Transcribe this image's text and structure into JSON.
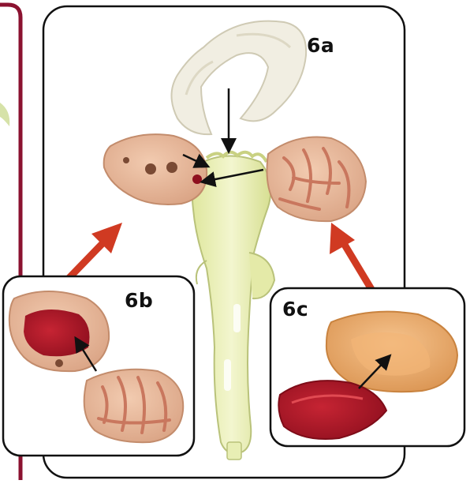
{
  "panels": {
    "main_label": "6a",
    "inset_left_label": "6b",
    "inset_right_label": "6c"
  },
  "colors": {
    "page_border": "#8b1230",
    "frame_stroke": "#111111",
    "callout_arrow": "#d03a22",
    "brainstem": "#e8eeb4",
    "hemisphere_skin": "#e8b898",
    "cortex_folds": "#c9775e",
    "internal_red": "#b5172a",
    "hippocampus_clear": "#f1eee2"
  }
}
